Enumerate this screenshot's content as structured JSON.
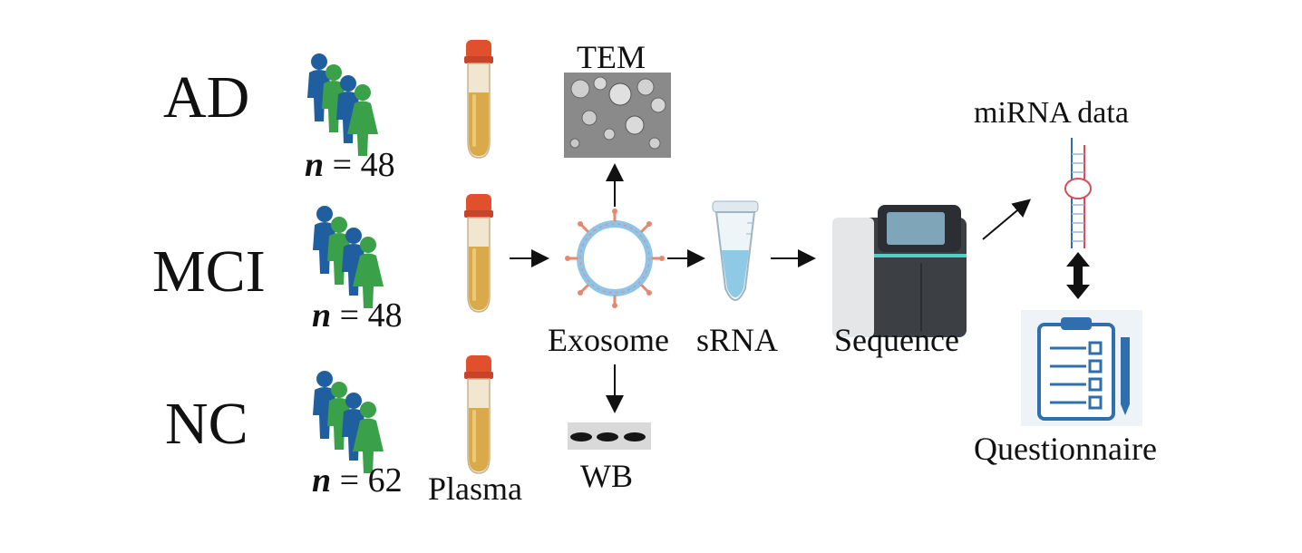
{
  "groups": [
    {
      "label": "AD",
      "n_symbol": "n",
      "n_value": "= 48"
    },
    {
      "label": "MCI",
      "n_symbol": "n",
      "n_value": "= 48"
    },
    {
      "label": "NC",
      "n_symbol": "n",
      "n_value": "= 62"
    }
  ],
  "steps": {
    "plasma": "Plasma",
    "tem": "TEM",
    "exosome": "Exosome",
    "wb": "WB",
    "srna": "sRNA",
    "sequence": "Sequence",
    "mirna": "miRNA data",
    "questionnaire": "Questionnaire"
  },
  "colors": {
    "person_blue": "#1f5f9f",
    "person_green": "#3aa04a",
    "tube_cap": "#e0502d",
    "plasma_fill": "#d9a94a",
    "exosome_ring": "#8fc3e8",
    "exosome_marker": "#e2896f",
    "srna_liquid": "#8ecae6",
    "sequencer_body": "#3c3f44",
    "questionnaire_blue": "#2f6fae"
  },
  "icons": [
    "people-icon",
    "blood-tube-icon",
    "tem-image",
    "exosome-icon",
    "western-blot-image",
    "microtube-icon",
    "sequencer-icon",
    "mirna-hairpin-icon",
    "clipboard-icon"
  ]
}
